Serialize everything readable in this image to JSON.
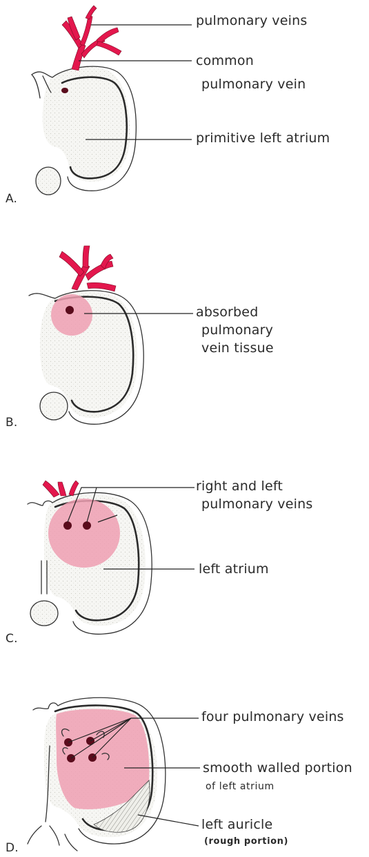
{
  "panels": {
    "a": {
      "letter": "A.",
      "labels": [
        "pulmonary veins",
        "common",
        "pulmonary vein",
        "primitive left atrium"
      ]
    },
    "b": {
      "letter": "B.",
      "labels": [
        "absorbed",
        "pulmonary",
        "vein tissue"
      ]
    },
    "c": {
      "letter": "C.",
      "labels": [
        "right and left",
        "pulmonary veins",
        "left atrium"
      ]
    },
    "d": {
      "letter": "D.",
      "labels": [
        "four pulmonary veins",
        "smooth walled portion",
        "of left atrium",
        "left auricle",
        "(rough portion)"
      ]
    }
  },
  "colors": {
    "vein": "#e3174d",
    "absorbed_tissue": "#ef9fb2",
    "orifice": "#5a0c1c",
    "outline": "#2b2b2b",
    "label_text": "#2a2a2a"
  }
}
